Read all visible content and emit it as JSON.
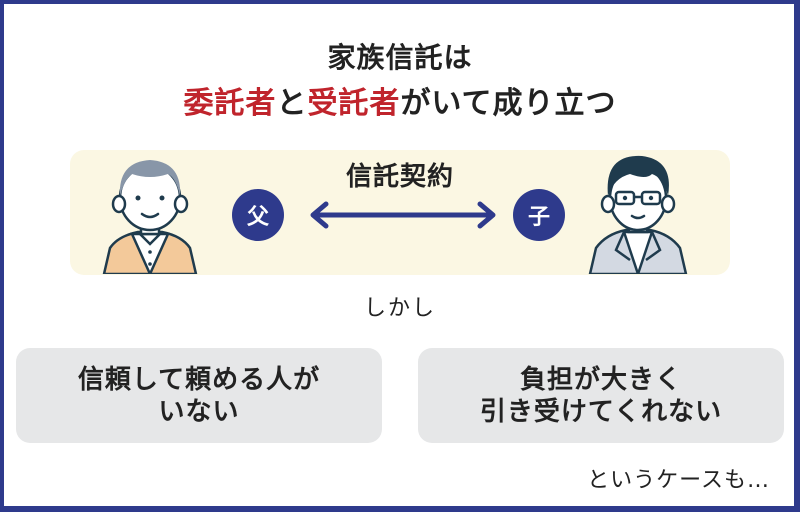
{
  "colors": {
    "border": "#2e3a8c",
    "accent_red": "#c0242c",
    "badge": "#2e3a8c",
    "panel_bg": "#fbf7e3",
    "box_bg": "#e6e7e8",
    "text": "#222222"
  },
  "header": {
    "line1": "家族信託は",
    "line2": {
      "part1": "委託者",
      "part2": "と",
      "part3": "受託者",
      "part4": "がいて成り立つ"
    }
  },
  "contract": {
    "label": "信託契約",
    "left_badge": "父",
    "right_badge": "子",
    "left_figure": "elderly-man-icon",
    "right_figure": "young-man-glasses-icon",
    "arrow": "double-arrow-icon"
  },
  "transition": "しかし",
  "cases": [
    {
      "line1": "信頼して頼める人が",
      "line2": "いない"
    },
    {
      "line1": "負担が大きく",
      "line2": "引き受けてくれない"
    }
  ],
  "footer": "というケースも…"
}
